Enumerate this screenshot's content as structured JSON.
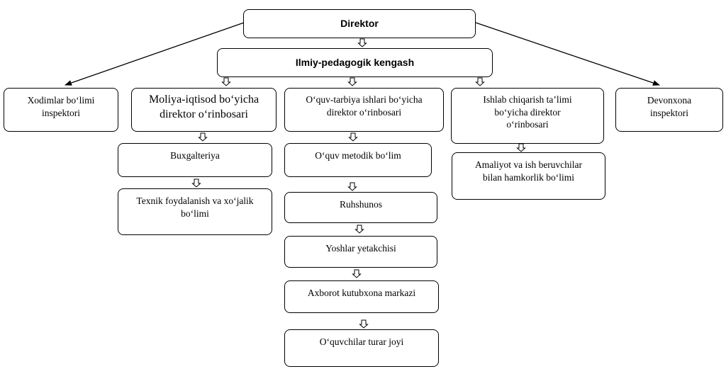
{
  "director": "Direktor",
  "council": "Ilmiy-pedagogik kengash",
  "hr": "Xodimlar bo‘limi\ninspektori",
  "finance_deputy": "Moliya-iqtisod bo‘yicha\ndirektor o‘rinbosari",
  "edu_deputy": "O‘quv-tarbiya ishlari bo‘yicha\ndirektor o‘rinbosari",
  "prod_deputy": "Ishlab chiqarish ta’limi\nbo‘yicha direktor\no‘rinbosari",
  "records": "Devonxona\ninspektori",
  "accounting": "Buxgalteriya",
  "maintenance": "Texnik foydalanish va xo‘jalik\nbo‘limi",
  "methodical": "O‘quv metodik bo‘lim",
  "psychologist": "Ruhshunos",
  "youth_leader": "Yoshlar yetakchisi",
  "library": "Axborot kutubxona markazi",
  "dormitory": "O‘quvchilar turar joyi",
  "practice_dept": "Amaliyot va ish beruvchilar\nbilan hamkorlik bo‘limi"
}
